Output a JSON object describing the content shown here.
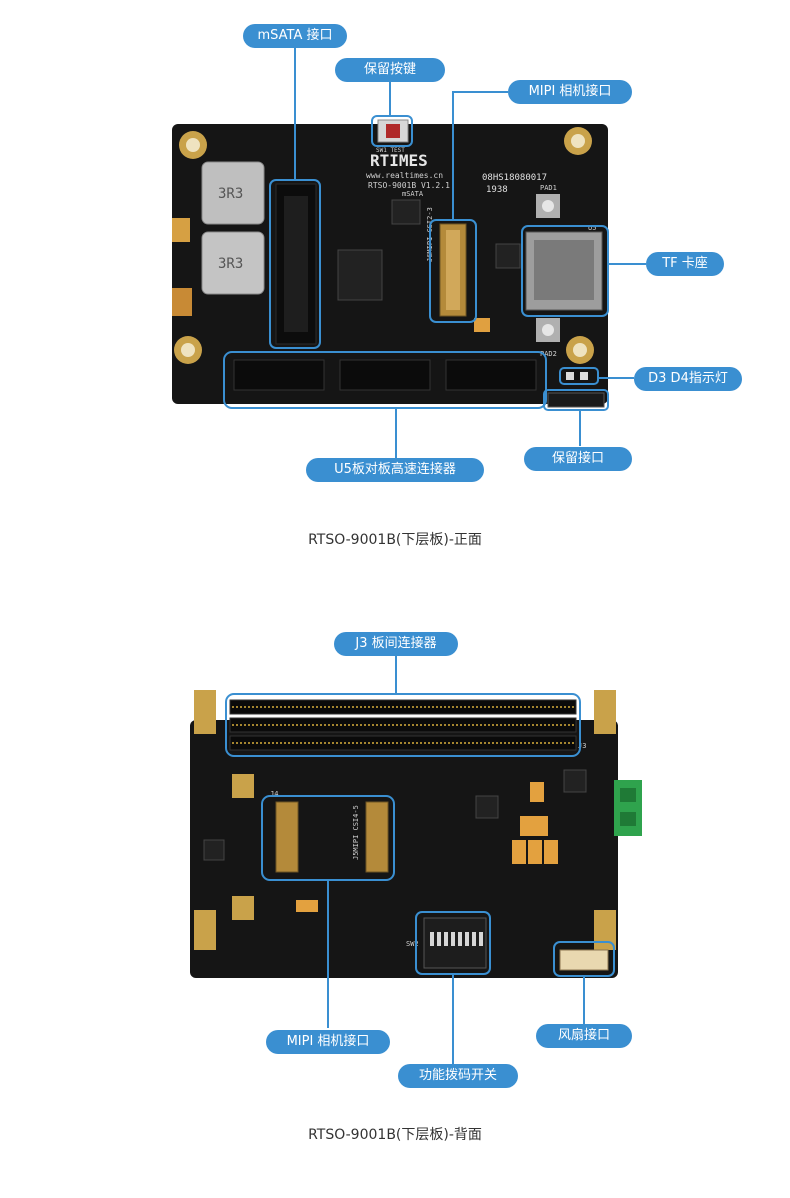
{
  "front": {
    "labels": {
      "msata": "mSATA 接口",
      "reserved_button": "保留按键",
      "mipi": "MIPI 相机接口",
      "tf": "TF 卡座",
      "d3d4": "D3 D4指示灯",
      "reserved_port": "保留接口",
      "u5": "U5板对板高速连接器"
    },
    "silkscreen": {
      "brand": "RTIMES",
      "url": "www.realtimes.cn",
      "model": "RTSO-9001B V1.2.1",
      "serial": "08HS18080017",
      "batch": "1938",
      "msata": "mSATA",
      "inductor1": "3R3",
      "inductor2": "3R3",
      "csi": "J6MIPI CSI2-3",
      "pad1": "PAD1",
      "pad2": "PAD2",
      "u5tag": "U5",
      "sw": "SW1 TEST"
    },
    "caption": "RTSO-9001B(下层板)-正面"
  },
  "back": {
    "labels": {
      "j3": "J3 板间连接器",
      "mipi": "MIPI 相机接口",
      "fan": "风扇接口",
      "dip": "功能拨码开关"
    },
    "silkscreen": {
      "j4": "J4",
      "j5": "J5MIPI CSI4-5",
      "sw2": "SW2",
      "j3tag": "J3"
    },
    "caption": "RTSO-9001B(下层板)-背面"
  },
  "colors": {
    "accent": "#3a8fd1",
    "board": "#141414",
    "gold": "#c9a24a"
  }
}
